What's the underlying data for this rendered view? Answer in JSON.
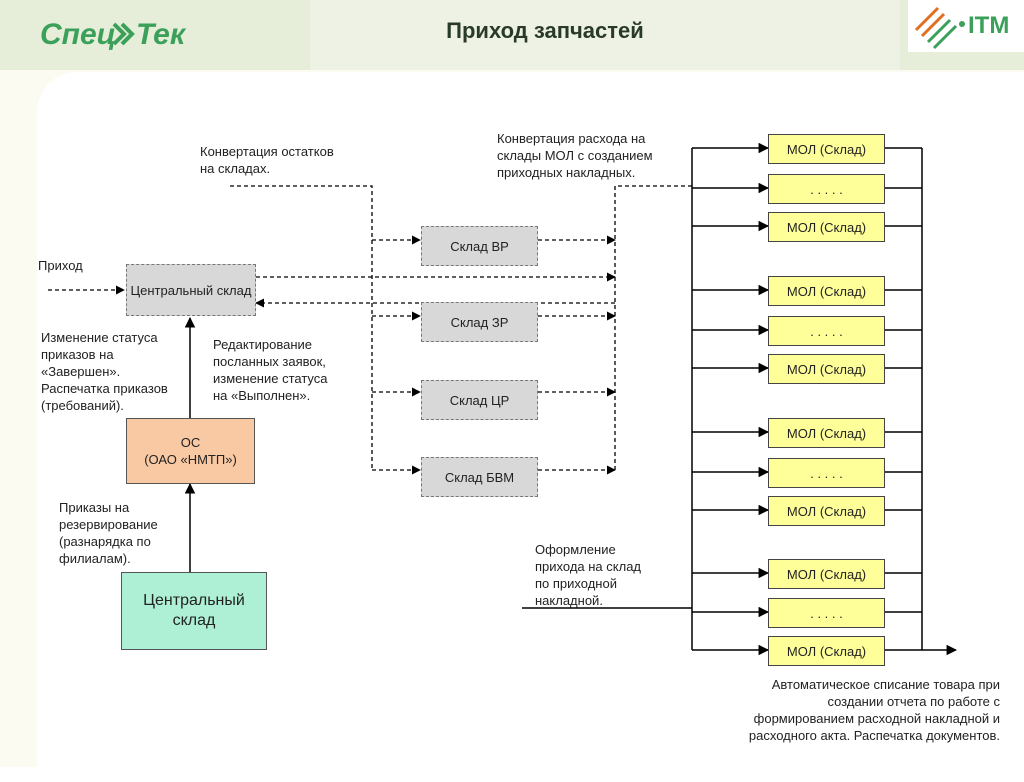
{
  "header": {
    "title": "Приход запчастей",
    "logo_left_text": "Спец Тек",
    "logo_right_text": "ITM"
  },
  "colors": {
    "header_bg": "#e6eed9",
    "logo_green": "#3aa05a",
    "warehouse_gray": "#d8d8d8",
    "os_orange": "#f9c9a4",
    "central_green": "#aef0d6",
    "mol_yellow": "#ffff99"
  },
  "boxes": {
    "central_top": "Центральный склад",
    "os": "ОС\n(ОАО «НМТП»)",
    "central_bottom": "Центральный склад",
    "wh_vr": "Склад ВР",
    "wh_zr": "Склад ЗР",
    "wh_cr": "Склад ЦР",
    "wh_bvm": "Склад БВМ",
    "mol": [
      "МОЛ (Склад)",
      ". . . . .",
      "МОЛ (Склад)",
      "МОЛ (Склад)",
      ". . . . .",
      "МОЛ (Склад)",
      "МОЛ (Склад)",
      ". . . . .",
      "МОЛ (Склад)",
      "МОЛ (Склад)",
      ". . . . .",
      "МОЛ (Склад)"
    ]
  },
  "notes": {
    "prihod": "Приход",
    "conv_ostatkov": "Конвертация остатков\nна складах.",
    "conv_rashoda": "Конвертация расхода на\nсклады МОЛ  с созданием\nприходных накладных.",
    "status_zavershen": "Изменение статуса\nприказов на\n«Завершен».\nРаспечатка приказов\n(требований).",
    "redaktirovanie": "Редактирование\nпосланных заявок,\nизменение статуса\nна «Выполнен».",
    "prikazy": "Приказы на\nрезервирование\n(разнарядка по\nфилиалам).",
    "oformlenie": "Оформление\nприхода на склад\nпо приходной\nнакладной.",
    "avto_spisanie": "Автоматическое списание товара при\nсоздании отчета по работе с\nформированием расходной накладной и\nрасходного акта. Распечатка документов."
  }
}
